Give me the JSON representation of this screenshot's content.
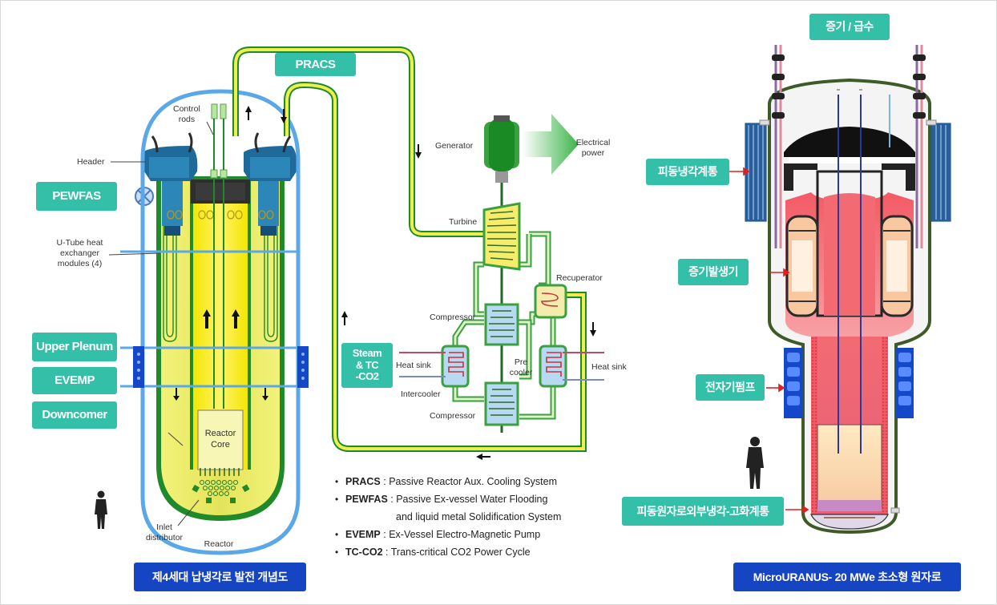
{
  "tags": {
    "pracs": "PRACS",
    "pewfas": "PEWFAS",
    "upper_plenum": "Upper Plenum",
    "evemp": "EVEMP",
    "downcomer": "Downcomer",
    "steam_tc": "Steam\n& TC\n-CO2",
    "steam_feed": "증기 / 급수",
    "passive_cooling": "피동냉각계통",
    "steam_generator": "증기발생기",
    "em_pump": "전자기펌프",
    "passive_external": "피동원자로외부냉각-고화계통"
  },
  "captions": {
    "left": "제4세대 납냉각로 발전 개념도",
    "right": "MicroURANUS- 20 MWe 초소형 원자로"
  },
  "labels": {
    "control_rods": "Control\nrods",
    "header": "Header",
    "utube": "U-Tube heat\nexchanger\nmodules (4)",
    "reactor_core": "Reactor\nCore",
    "inlet": "Inlet\ndistributor",
    "reactor": "Reactor",
    "generator": "Generator",
    "electrical_power": "Electrical\npower",
    "turbine": "Turbine",
    "recuperator": "Recuperator",
    "pre_cooler": "Pre\ncooler",
    "compressor_top": "Compressor",
    "compressor_bottom": "Compressor",
    "heat_sink_left": "Heat sink",
    "heat_sink_right": "Heat sink",
    "intercooler": "Intercooler"
  },
  "legend": [
    {
      "key": "PRACS",
      "sep": " : ",
      "text": "Passive Reactor Aux. Cooling System",
      "cont": ""
    },
    {
      "key": "PEWFAS",
      "sep": " : ",
      "text": "Passive Ex-vessel Water Flooding",
      "cont": "and liquid metal Solidification System"
    },
    {
      "key": "EVEMP",
      "sep": " : ",
      "text": "Ex-Vessel Electro-Magnetic Pump",
      "cont": ""
    },
    {
      "key": "TC-CO2",
      "sep": " : ",
      "text": "Trans-critical CO2 Power Cycle",
      "cont": ""
    }
  ],
  "colors": {
    "tag": "#33bfa8",
    "caption": "#1645c4",
    "lead": "#e9e84a",
    "vessel_green": "#1e8a2a",
    "outline_blue": "#5aa8e8",
    "hot_red": "#f0606c"
  }
}
